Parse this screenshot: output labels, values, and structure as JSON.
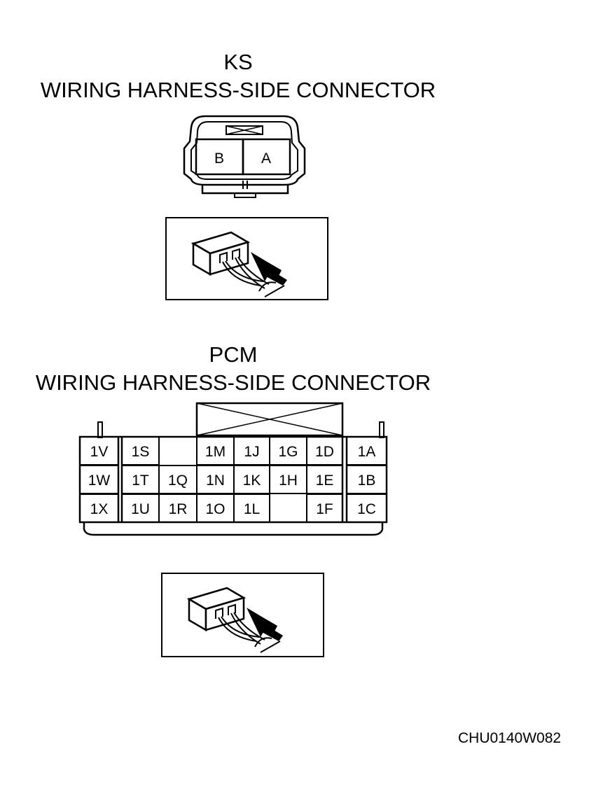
{
  "ks_connector": {
    "name": "KS",
    "title": "WIRING HARNESS-SIDE CONNECTOR",
    "terminals": [
      "B",
      "A"
    ]
  },
  "pcm_connector": {
    "name": "PCM",
    "title": "WIRING HARNESS-SIDE CONNECTOR",
    "rows": [
      [
        "1V",
        "1S",
        "",
        "1M",
        "1J",
        "1G",
        "1D",
        "1A"
      ],
      [
        "1W",
        "1T",
        "1Q",
        "1N",
        "1K",
        "1H",
        "1E",
        "1B"
      ],
      [
        "1X",
        "1U",
        "1R",
        "1O",
        "1L",
        "",
        "1F",
        "1C"
      ]
    ]
  },
  "figure_code": "CHU0140W082",
  "icons": {
    "view_direction": "harness-side-view-arrow-icon",
    "keyway": "keyway-cross-icon"
  }
}
